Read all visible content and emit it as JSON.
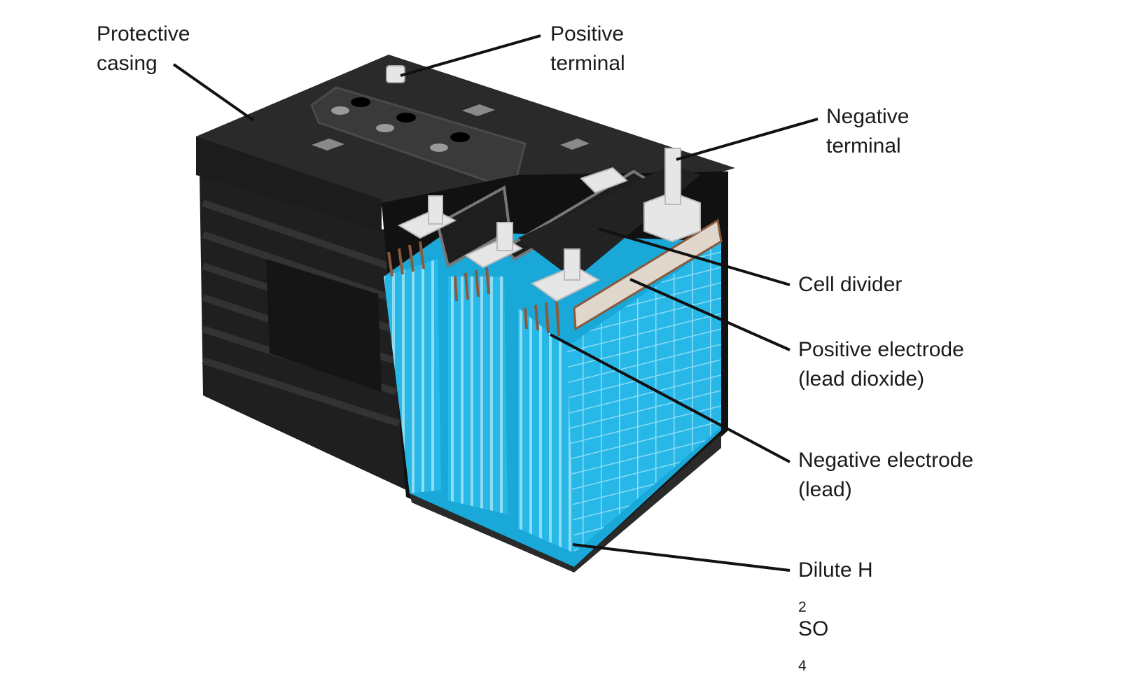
{
  "labels": {
    "protective_casing": [
      "Protective",
      "casing"
    ],
    "positive_terminal": [
      "Positive",
      "terminal"
    ],
    "negative_terminal": [
      "Negative",
      "terminal"
    ],
    "cell_divider": "Cell divider",
    "positive_electrode": [
      "Positive electrode",
      "(lead dioxide)"
    ],
    "negative_electrode": [
      "Negative electrode",
      "(lead)"
    ],
    "electrolyte": {
      "prefix": "Dilute H",
      "sub1": "2",
      "mid": "SO",
      "sub2": "4"
    }
  },
  "colors": {
    "casing": "#262626",
    "casing_dark": "#151515",
    "casing_edge": "#3d3d3d",
    "electrolyte": "#27b8e8",
    "electrolyte_dark": "#1797c4",
    "grid_line": "#8fdcf5",
    "plate_brown": "#8a5a3c",
    "terminal": "#e6e6e6",
    "leader_line": "#111111"
  },
  "icons": [
    "battery-cutaway-diagram"
  ]
}
